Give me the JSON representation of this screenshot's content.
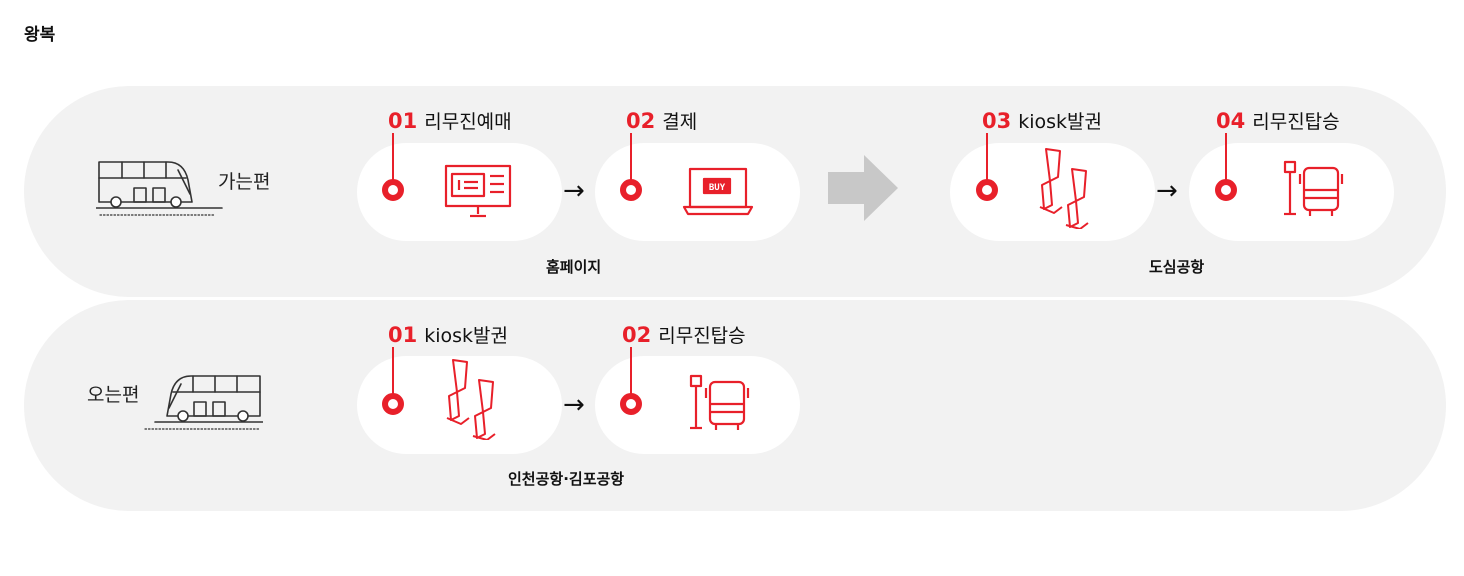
{
  "title": "왕복",
  "outbound": {
    "direction_label": "가는편",
    "steps": [
      {
        "num": "01",
        "label": "리무진예매",
        "icon": "reservation-monitor-icon"
      },
      {
        "num": "02",
        "label": "결제",
        "icon": "laptop-buy-icon"
      },
      {
        "num": "03",
        "label": "kiosk발권",
        "icon": "kiosk-icon"
      },
      {
        "num": "04",
        "label": "리무진탑승",
        "icon": "bus-stop-icon"
      }
    ],
    "captions": [
      "홈페이지",
      "도심공항"
    ]
  },
  "inbound": {
    "direction_label": "오는편",
    "steps": [
      {
        "num": "01",
        "label": "kiosk발권",
        "icon": "kiosk-icon"
      },
      {
        "num": "02",
        "label": "리무진탑승",
        "icon": "bus-stop-icon"
      }
    ],
    "captions": [
      "인천공항·김포공항"
    ]
  },
  "screen_text": {
    "arrow": "→",
    "buy": "BUY"
  },
  "colors": {
    "accent": "#e8202a",
    "band": "#f2f2f2",
    "big_arrow": "#c8c8c8"
  }
}
